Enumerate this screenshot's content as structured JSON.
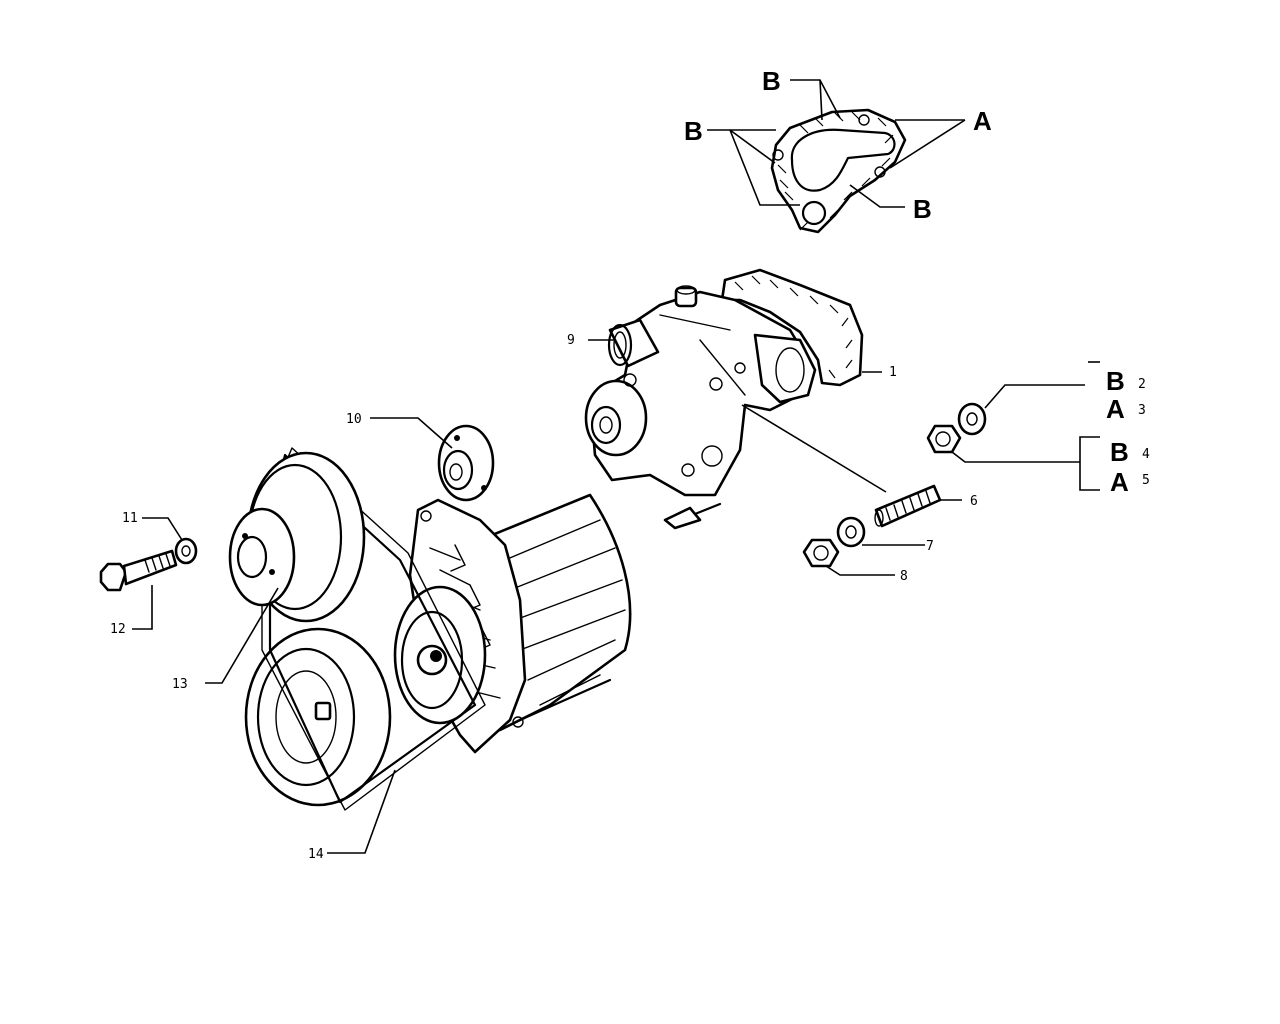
{
  "callouts": {
    "c1": "1",
    "c2": "2",
    "c3": "3",
    "c4": "4",
    "c5": "5",
    "c6": "6",
    "c7": "7",
    "c8": "8",
    "c9": "9",
    "c10": "10",
    "c11": "11",
    "c12": "12",
    "c13": "13",
    "c14": "14"
  },
  "variant_letters": {
    "gasket_b_top": "B",
    "gasket_b_left": "B",
    "gasket_a_right": "A",
    "gasket_b_bottom": "B",
    "item2": "B",
    "item3": "A",
    "item4": "B",
    "item5": "A"
  }
}
